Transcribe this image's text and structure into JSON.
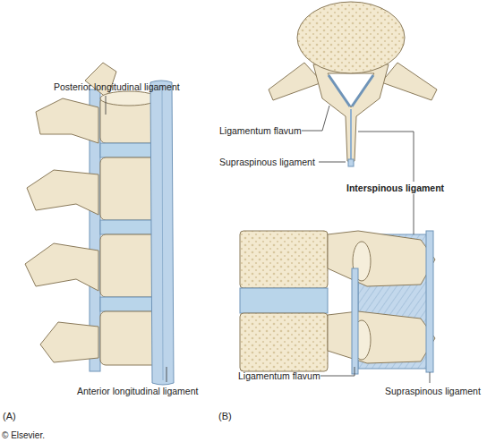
{
  "diagram": {
    "labels": [
      "Posterior longitudinal ligament",
      "Anterior longitudinal ligament",
      "(A)",
      "Ligamentum flavum",
      "Supraspinous ligament",
      "Interspinous ligament",
      "Ligamentum flavum",
      "Supraspinous ligament",
      "(B)",
      "© Elsevier."
    ]
  }
}
